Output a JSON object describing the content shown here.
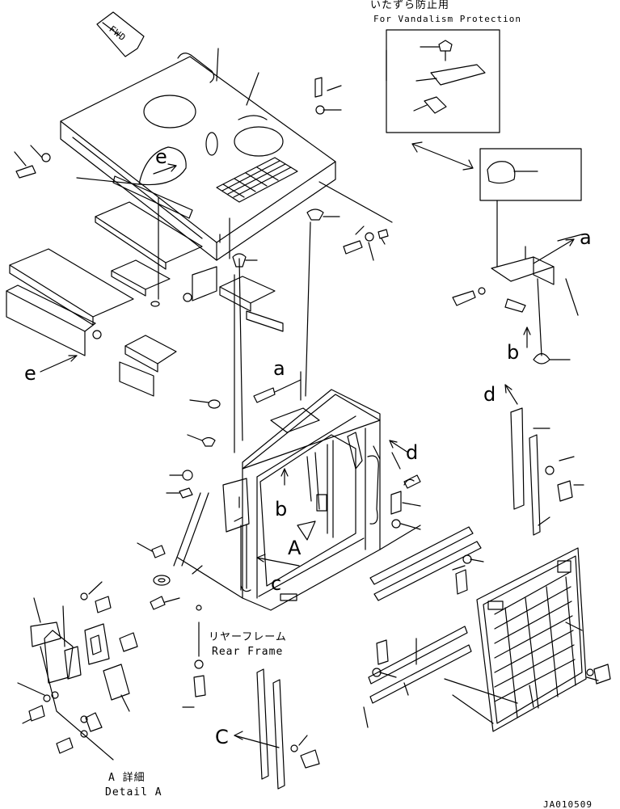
{
  "header": {
    "jp_title": "いたずら防止用",
    "en_title": "For Vandalism Protection"
  },
  "fwd_label": "FWD",
  "callouts": {
    "a": "a",
    "b": "b",
    "c": "c",
    "d": "d",
    "e": "e",
    "A": "A",
    "C": "C"
  },
  "rear_frame": {
    "jp": "リヤーフレーム",
    "en": "Rear Frame"
  },
  "detail": {
    "jp": "A 詳細",
    "en": "Detail A"
  },
  "drawing_code": "JA010509"
}
